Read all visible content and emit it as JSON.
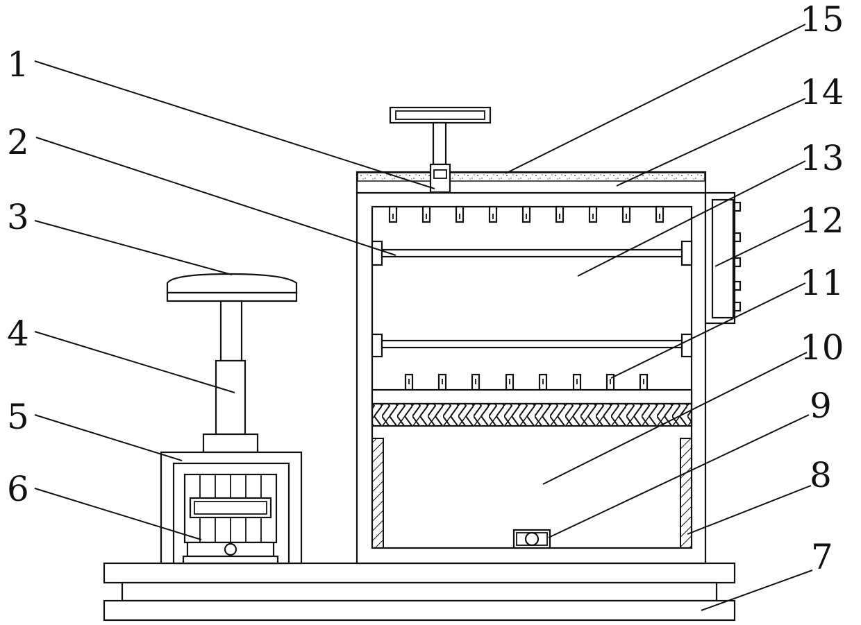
{
  "callouts": [
    {
      "label": "1"
    },
    {
      "label": "2"
    },
    {
      "label": "3"
    },
    {
      "label": "4"
    },
    {
      "label": "5"
    },
    {
      "label": "6"
    },
    {
      "label": "7"
    },
    {
      "label": "8"
    },
    {
      "label": "9"
    },
    {
      "label": "10"
    },
    {
      "label": "11"
    },
    {
      "label": "12"
    },
    {
      "label": "13"
    },
    {
      "label": "14"
    },
    {
      "label": "15"
    }
  ],
  "colors": {
    "line": "#111111",
    "background": "#ffffff",
    "sand": "#9a9a9a"
  }
}
